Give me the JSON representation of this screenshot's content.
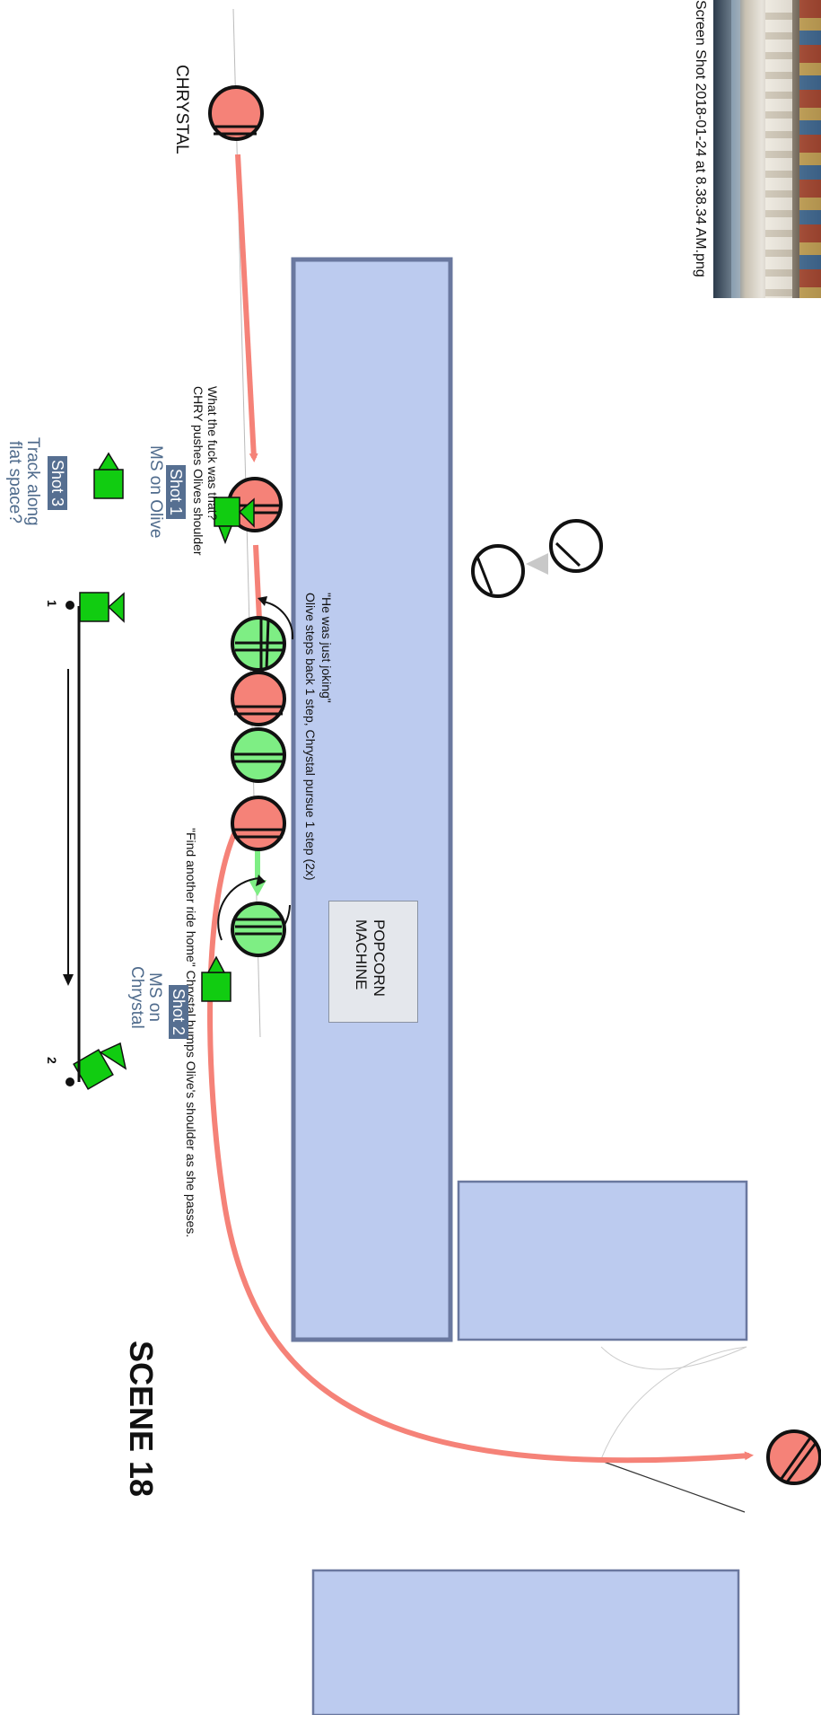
{
  "scene": {
    "title": "SCENE 18",
    "character_name": "CHRYSTAL",
    "screenshot_caption": "Screen Shot 2018-01-24 at 8.38.34 AM.png",
    "popcorn_machine_label": [
      "POPCORN",
      "MACHINE"
    ]
  },
  "shots": {
    "shot1": {
      "tag": "Shot 1",
      "desc": "MS on Olive"
    },
    "shot2": {
      "tag": "Shot 2",
      "desc_line1": "MS on",
      "desc_line2": "Chrystal"
    },
    "shot3": {
      "tag": "Shot 3",
      "desc_line1": "Track along",
      "desc_line2": "flat space?"
    }
  },
  "notes": {
    "note1_line1": "What the fuck was that?",
    "note1_line2": "CHRY pushes Olives shoulder",
    "note2_line1": "\"He was just joking\"",
    "note2_line2": "Olive steps back 1 step, Chrystal pursue 1 step (2x)",
    "note3": "\"Find another ride home\" Chrystal bumps Olive's shoulder as she passes."
  },
  "track_marks": {
    "start": "1",
    "end": "2"
  },
  "colors": {
    "counter_fill": "#bccbef",
    "counter_stroke": "#6a789f",
    "chrystal": "#f58278",
    "olive": "#7eee84",
    "camera": "#11cc11",
    "path_red": "#f58278",
    "path_green": "#7eee84"
  },
  "icons": [
    "chrystal-marker",
    "olive-marker",
    "camera-icon",
    "extra-marker"
  ]
}
